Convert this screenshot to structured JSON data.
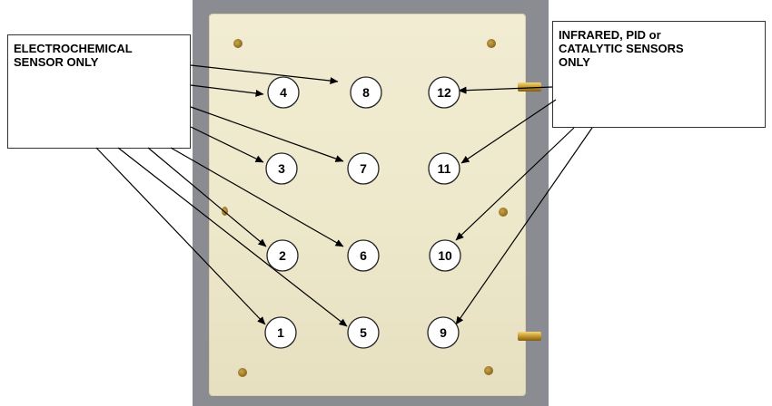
{
  "labels": {
    "left_box": "ELECTROCHEMICAL\nSENSOR ONLY",
    "right_box": "INFRARED, PID or\nCATALYTIC SENSORS\nONLY"
  },
  "markers": [
    "1",
    "2",
    "3",
    "4",
    "5",
    "6",
    "7",
    "8",
    "9",
    "10",
    "11",
    "12"
  ],
  "colors": {
    "plate": "#eee8cb",
    "background": "#8a8c92",
    "connector": "#c99a2c",
    "outline": "#222222"
  },
  "icons": {
    "screw_holes": "screw-hole-icon",
    "connectors": "sma-connector-icon",
    "arrowhead": "arrowhead-icon"
  }
}
